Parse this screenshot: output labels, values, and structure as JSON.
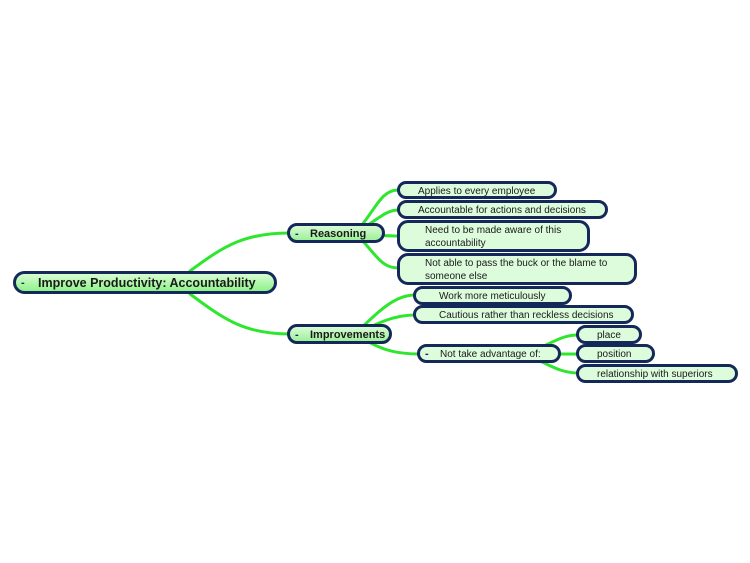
{
  "root": {
    "label": "Improve Productivity: Accountability",
    "toggle": "-"
  },
  "branches": [
    {
      "label": "Reasoning",
      "toggle": "-",
      "children": [
        {
          "label": "Applies to every employee"
        },
        {
          "label": "Accountable for actions and decisions"
        },
        {
          "label": "Need to be made aware of this accountability"
        },
        {
          "label": "Not able to pass the buck or the blame to someone else"
        }
      ]
    },
    {
      "label": "Improvements",
      "toggle": "-",
      "children": [
        {
          "label": "Work more meticulously"
        },
        {
          "label": "Cautious rather than reckless decisions"
        },
        {
          "label": "Not take advantage of:",
          "toggle": "-",
          "children": [
            {
              "label": "place"
            },
            {
              "label": "position"
            },
            {
              "label": "relationship with superiors"
            }
          ]
        }
      ]
    }
  ],
  "colors": {
    "border": "#14285a",
    "connector": "#2de62d",
    "node_fill": "#dcfcdc"
  }
}
